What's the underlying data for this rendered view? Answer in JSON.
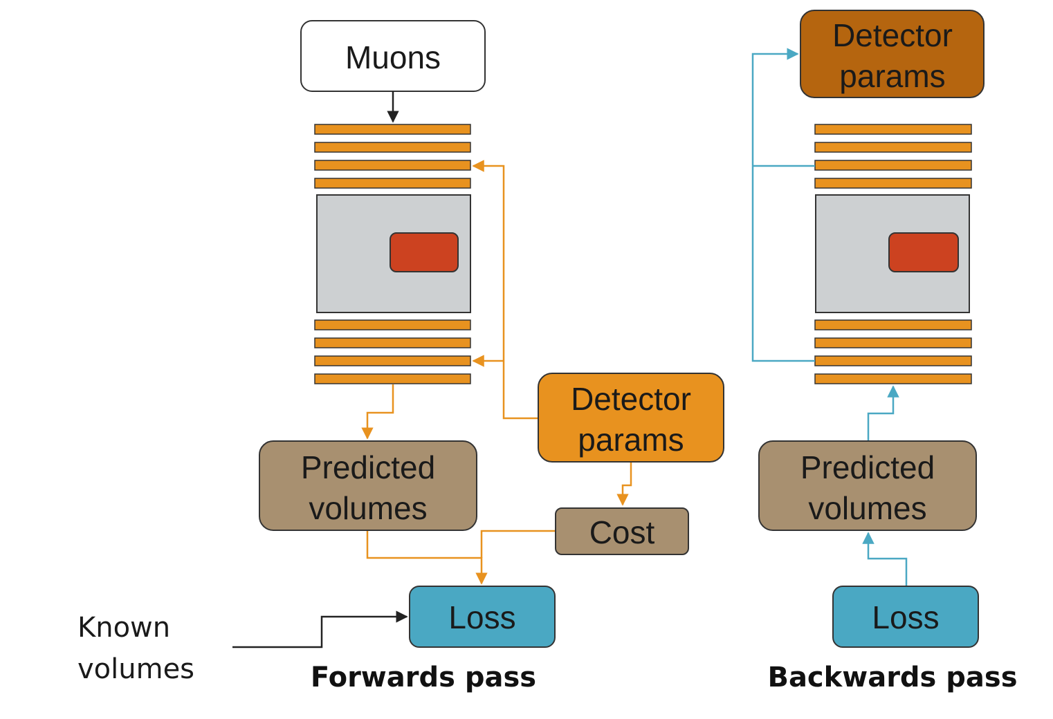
{
  "colors": {
    "layer": "#e8921f",
    "passive_volume": "#cdd0d2",
    "target_block": "#cc4220",
    "detector_params_forward": "#e8921f",
    "detector_params_backward": "#b5650f",
    "predicted_volumes": "#a89070",
    "cost": "#a89070",
    "loss": "#4aa8c3",
    "forward_arrow": "#e8921f",
    "backward_arrow": "#4aa8c3",
    "input_arrow": "#222222"
  },
  "forward": {
    "muons_label": "Muons",
    "detector_params_line1": "Detector",
    "detector_params_line2": "params",
    "predicted_line1": "Predicted",
    "predicted_line2": "volumes",
    "cost_label": "Cost",
    "loss_label": "Loss",
    "known_line1": "Known",
    "known_line2": "volumes",
    "caption": "Forwards pass"
  },
  "backward": {
    "detector_params_line1": "Detector",
    "detector_params_line2": "params",
    "predicted_line1": "Predicted",
    "predicted_line2": "volumes",
    "loss_label": "Loss",
    "caption": "Backwards pass"
  }
}
